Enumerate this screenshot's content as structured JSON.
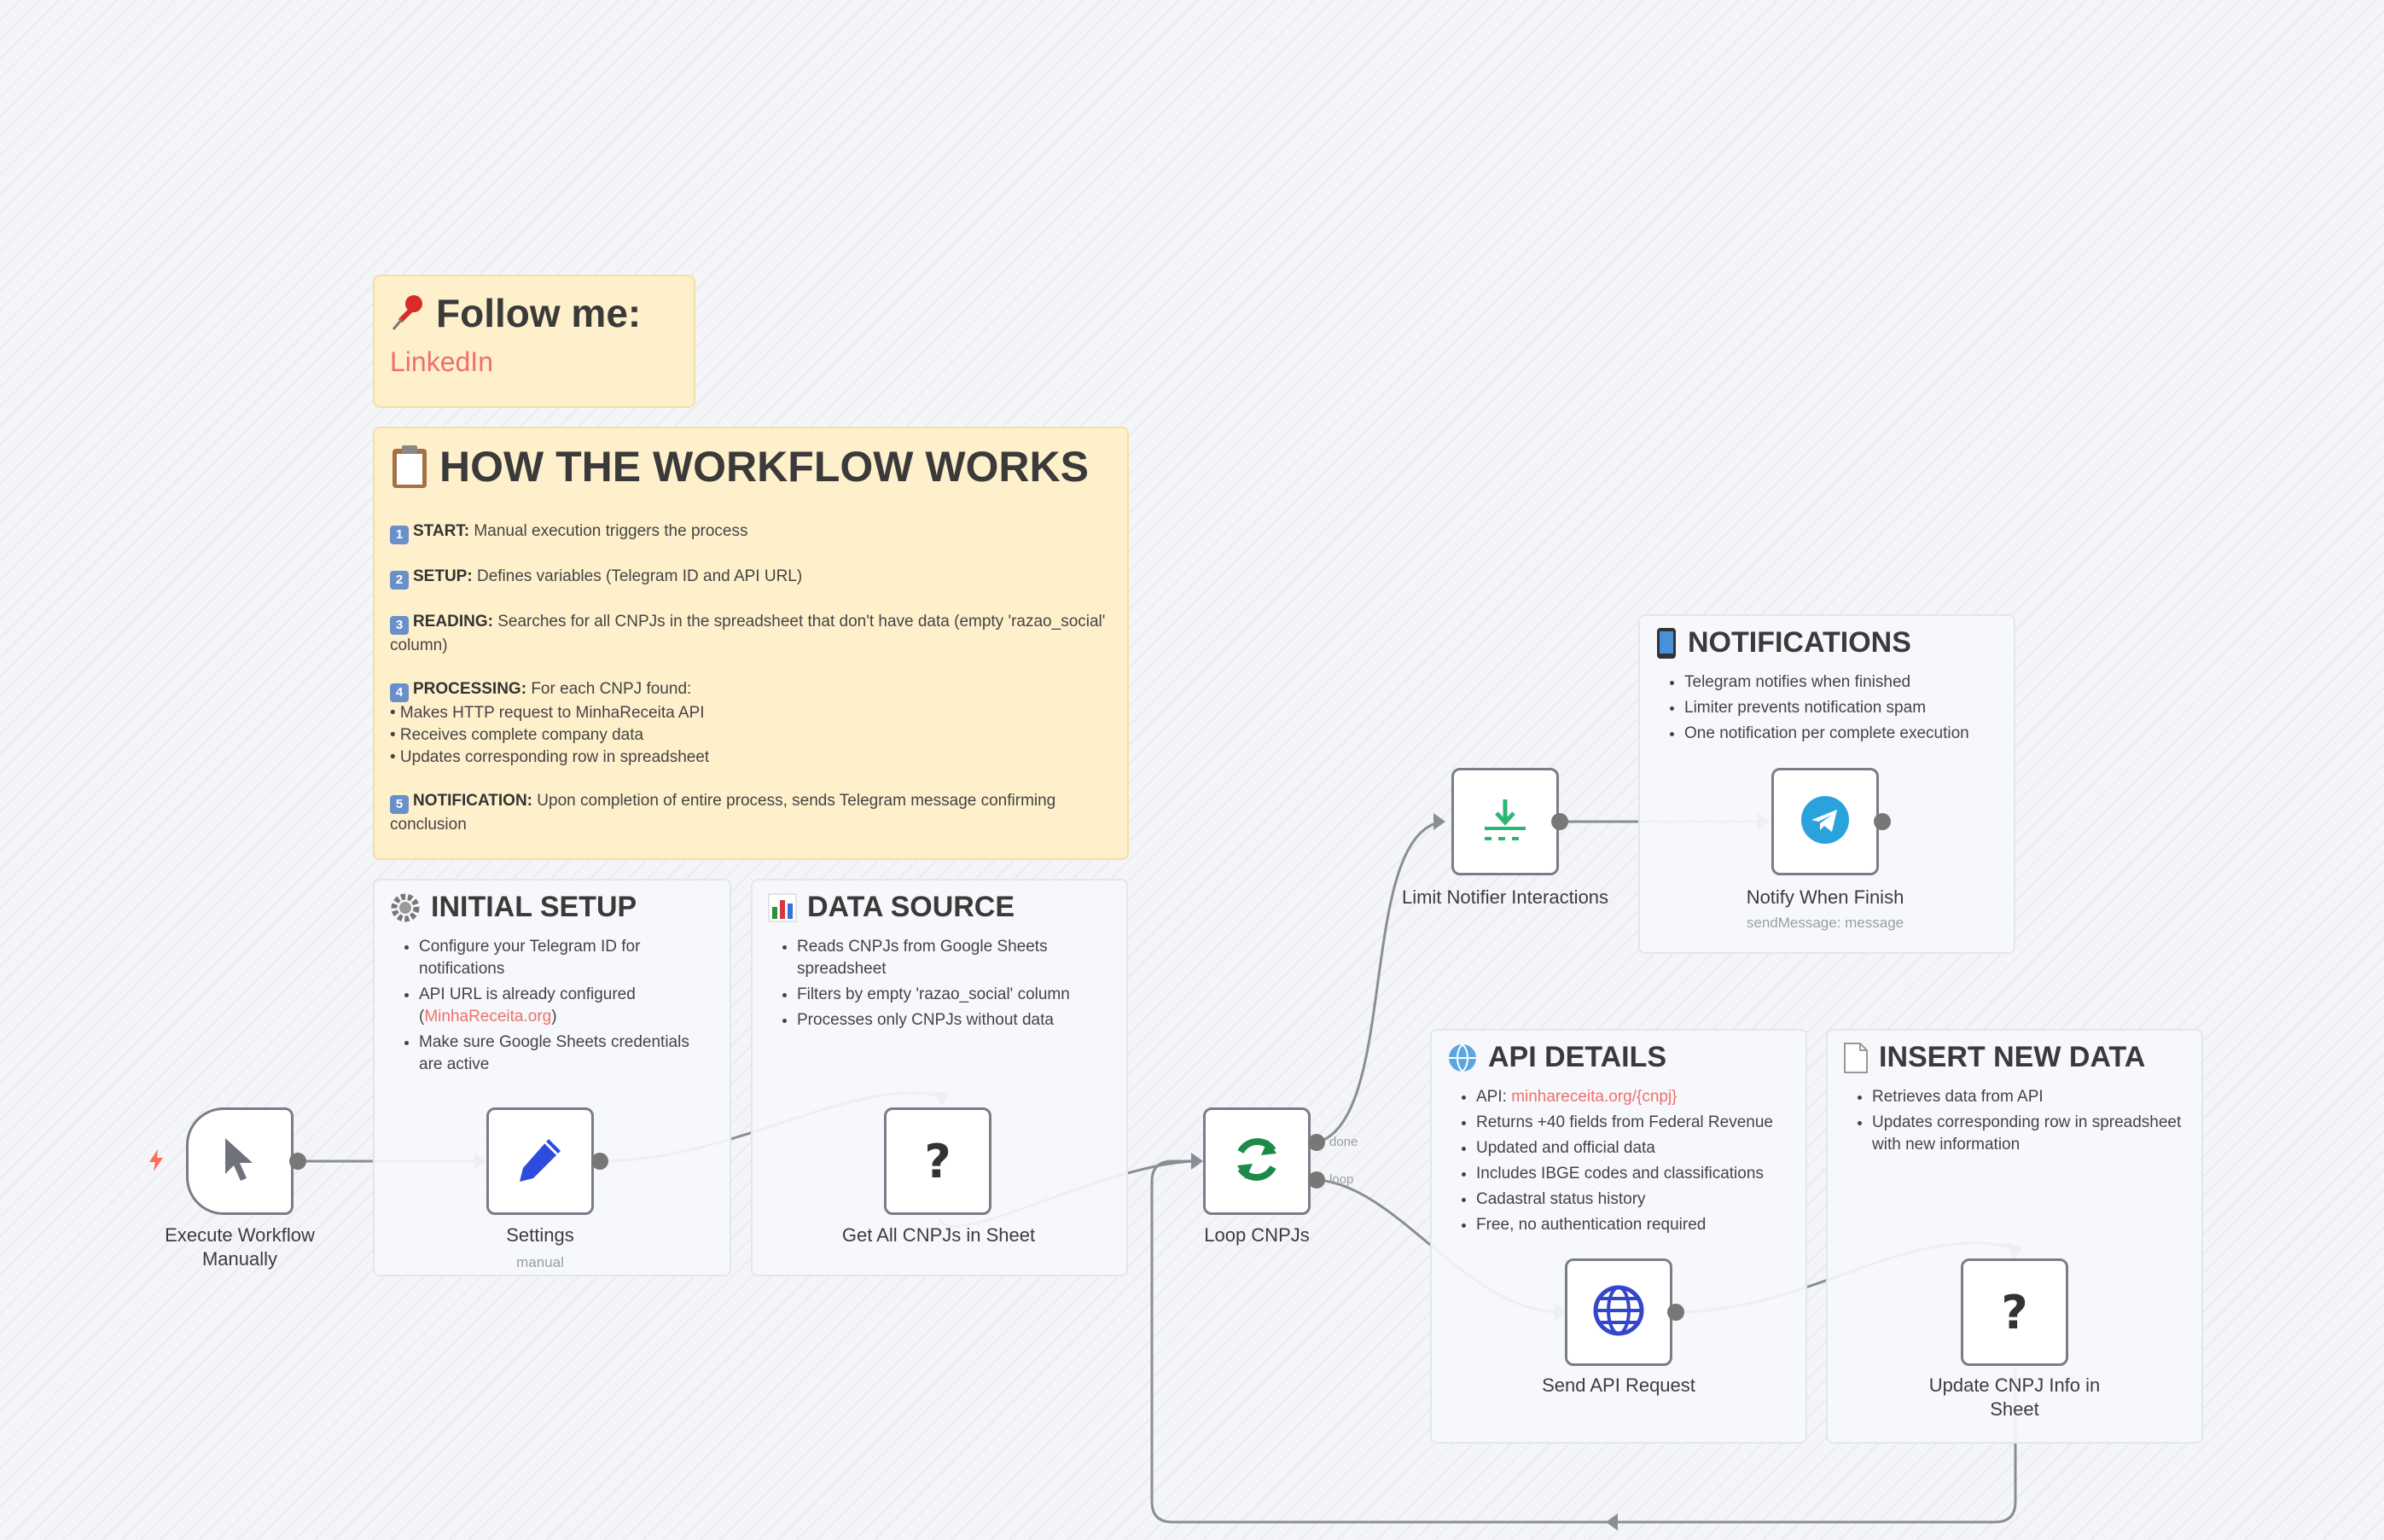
{
  "follow": {
    "title": "Follow me:",
    "link": "LinkedIn"
  },
  "how": {
    "title": "HOW THE WORKFLOW WORKS",
    "steps": [
      {
        "num": "1",
        "label": "START:",
        "text": "Manual execution triggers the process"
      },
      {
        "num": "2",
        "label": "SETUP:",
        "text": "Defines variables (Telegram ID and API URL)"
      },
      {
        "num": "3",
        "label": "READING:",
        "text": "Searches for all CNPJs in the spreadsheet that don't have data (empty 'razao_social' column)"
      },
      {
        "num": "4",
        "label": "PROCESSING:",
        "text": "For each CNPJ found:",
        "bullets": [
          "• Makes HTTP request to MinhaReceita API",
          "• Receives complete company data",
          "• Updates corresponding row in spreadsheet"
        ]
      },
      {
        "num": "5",
        "label": "NOTIFICATION:",
        "text": "Upon completion of entire process, sends Telegram message confirming conclusion"
      }
    ]
  },
  "initial_setup": {
    "title": "INITIAL SETUP",
    "items": [
      "Configure your Telegram ID for notifications",
      "API URL is already configured (",
      "MinhaReceita.org",
      ")",
      "Make sure Google Sheets credentials are active"
    ]
  },
  "data_source": {
    "title": "DATA SOURCE",
    "items": [
      "Reads CNPJs from Google Sheets spreadsheet",
      "Filters by empty 'razao_social' column",
      "Processes only CNPJs without data"
    ]
  },
  "notifications": {
    "title": "NOTIFICATIONS",
    "items": [
      "Telegram notifies when finished",
      "Limiter prevents notification spam",
      "One notification per complete execution"
    ]
  },
  "api_details": {
    "title": "API DETAILS",
    "api_prefix": "API: ",
    "api_link": "minhareceita.org/{cnpj}",
    "items": [
      "Returns +40 fields from Federal Revenue",
      "Updated and official data",
      "Includes IBGE codes and classifications",
      "Cadastral status history",
      "Free, no authentication required"
    ]
  },
  "insert_data": {
    "title": "INSERT NEW DATA",
    "items": [
      "Retrieves data from API",
      "Updates corresponding row in spreadsheet with new information"
    ]
  },
  "nodes": {
    "execute": {
      "label": "Execute Workflow Manually",
      "icon": "cursor-icon"
    },
    "settings": {
      "label": "Settings",
      "sub": "manual",
      "icon": "pencil-icon"
    },
    "get_cnpjs": {
      "label": "Get All CNPJs in Sheet",
      "icon": "question-icon",
      "glyph": "?"
    },
    "loop": {
      "label": "Loop CNPJs",
      "icon": "refresh-icon",
      "port_done": "done",
      "port_loop": "loop"
    },
    "limit": {
      "label": "Limit Notifier Interactions",
      "icon": "download-limit-icon"
    },
    "notify": {
      "label": "Notify When Finish",
      "sub": "sendMessage: message",
      "icon": "telegram-icon"
    },
    "api_request": {
      "label": "Send API Request",
      "icon": "globe-icon"
    },
    "update": {
      "label": "Update CNPJ Info in Sheet",
      "icon": "question-icon",
      "glyph": "?"
    }
  },
  "colors": {
    "link": "#ef6f6c",
    "settings_icon": "#2e4be0",
    "loop_icon": "#1e8a4a",
    "limit_icon": "#2bb673",
    "telegram": "#2aa3dd",
    "globe": "#3446c9",
    "trigger_bolt": "#ff6b5a"
  }
}
